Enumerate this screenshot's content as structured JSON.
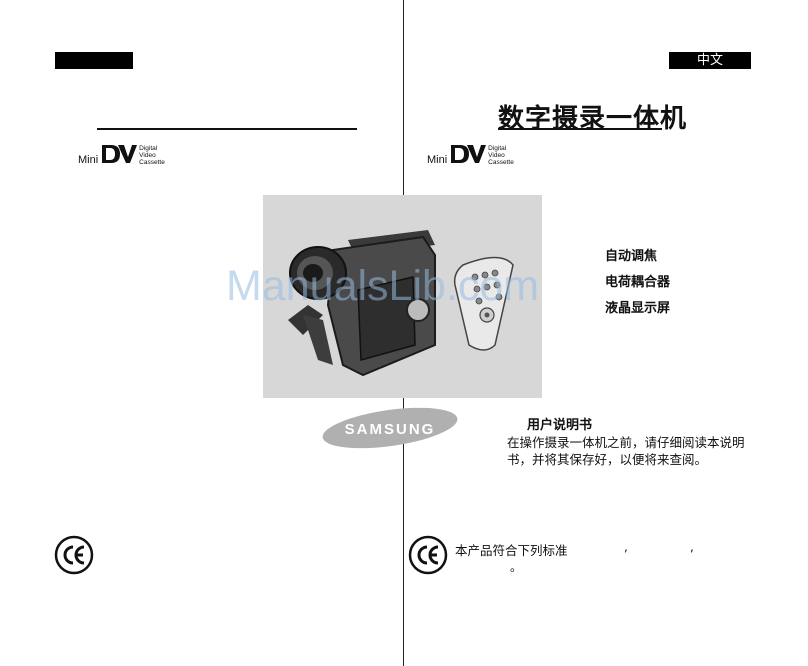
{
  "header": {
    "language_tab": "中文"
  },
  "title": "数字摄录一体机",
  "logo": {
    "mini": "Mini",
    "dv_lines": [
      "Digital",
      "Video",
      "Cassette"
    ]
  },
  "features": [
    "自动调焦",
    "电荷耦合器",
    "液晶显示屏"
  ],
  "brand": "SAMSUNG",
  "manual": {
    "heading": "用户说明书",
    "text": "在操作摄录一体机之前，请仔细阅读本说明书，并将其保存好，以便将来查阅。"
  },
  "standards": {
    "text": "本产品符合下列标准",
    "comma1": ",",
    "comma2": ",",
    "period": "。"
  },
  "watermark": "ManualsLib.com",
  "colors": {
    "watermark": "#96b9e1",
    "photo_background": "#d7d7d7",
    "brand_ellipse": "#b0b0b0"
  }
}
